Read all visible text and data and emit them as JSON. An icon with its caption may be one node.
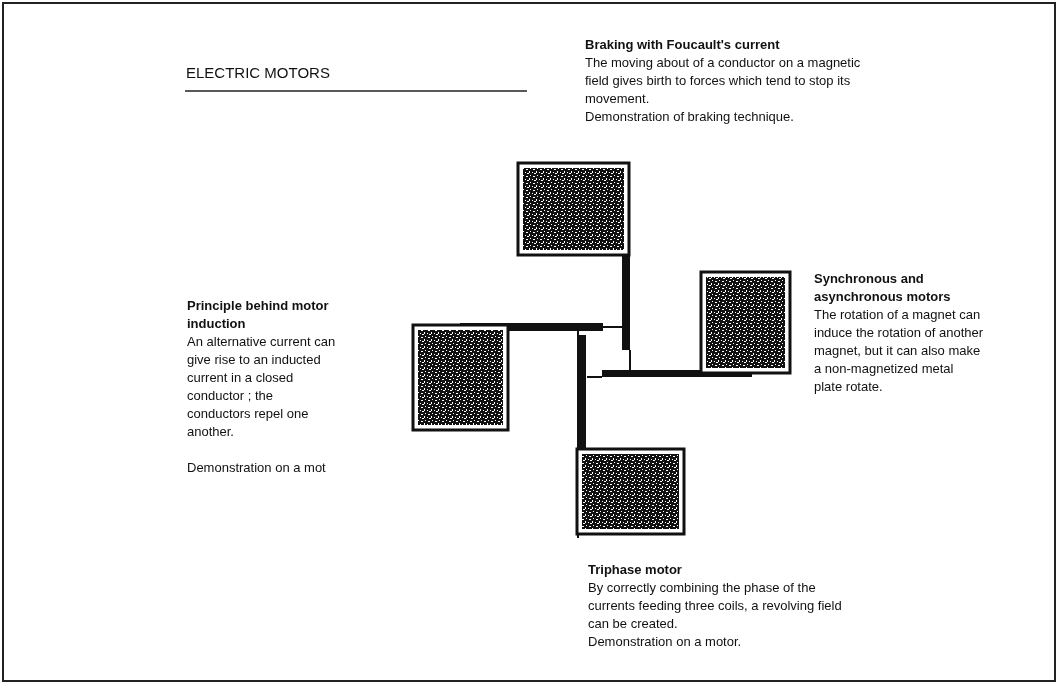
{
  "diagram": {
    "title": "ELECTRIC MOTORS",
    "labels": [
      "Braking with Foucault's current",
      "The moving about of a conductor on a magnetic field gives birth to forces which tend to stop its movement.",
      "Demonstration of braking technique.",
      "Principle behind motor induction",
      "An alternative current can give rise to an inducted current in a closed conductor ; the conductors repel one another.",
      "Demonstration on a mot",
      "Synchronous and asynchronous motors",
      "The rotation of a magnet can induce the rotation of another magnet, but it can also make a non-magnetized metal plate rotate.",
      "Triphase motor",
      "By correctly combining the phase of the currents feeding three coils, a revolving field can be created.",
      "Demonstration on a motor."
    ]
  }
}
